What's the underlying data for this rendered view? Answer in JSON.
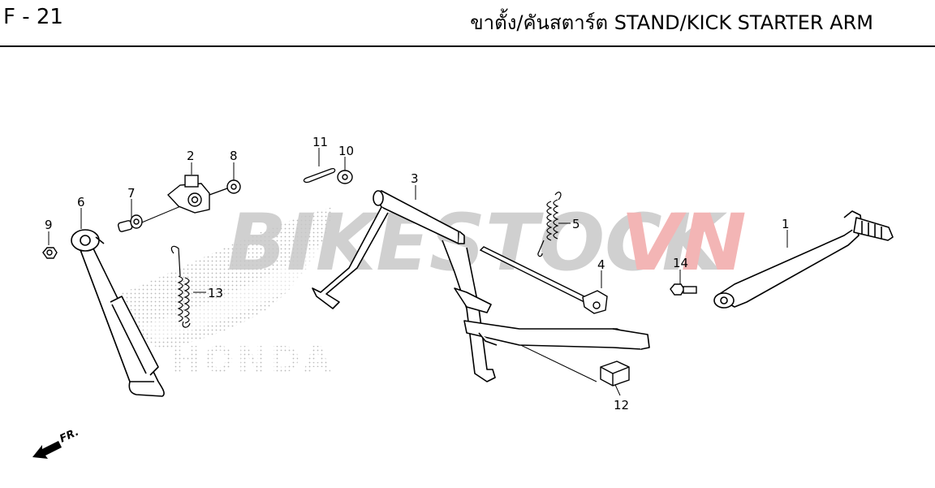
{
  "header": {
    "page_code": "F - 21",
    "title": "ขาตั้ง/คันสตาร์ต  STAND/KICK STARTER ARM"
  },
  "watermark": {
    "text_dark": "BIKESTOCK",
    "text_red": "VN",
    "logo_text": "HONDA",
    "color_dark": "#c8c8c8",
    "color_red": "#f2a9a9"
  },
  "callouts": [
    "1",
    "2",
    "3",
    "4",
    "5",
    "6",
    "7",
    "8",
    "9",
    "10",
    "11",
    "12",
    "13",
    "14"
  ],
  "direction": {
    "label": "FR.",
    "icon": "front-direction-arrow-icon"
  }
}
